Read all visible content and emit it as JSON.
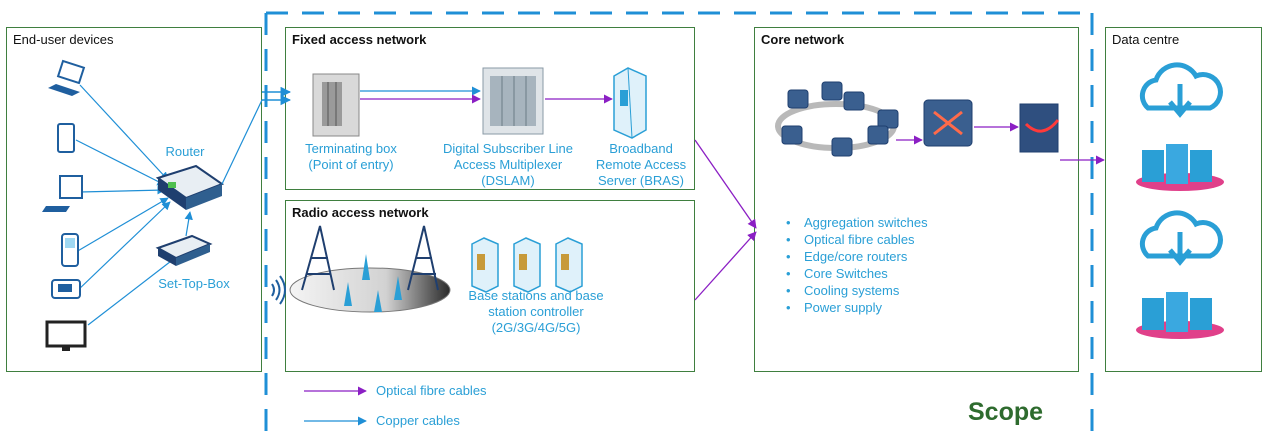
{
  "sections": {
    "end_user": {
      "title": "End-user devices"
    },
    "fixed_access": {
      "title": "Fixed access network"
    },
    "radio_access": {
      "title": "Radio access network"
    },
    "core": {
      "title": "Core network"
    },
    "data_centre": {
      "title": "Data centre"
    }
  },
  "labels": {
    "router": "Router",
    "set_top_box": "Set-Top-Box",
    "terminating_box": [
      "Terminating box",
      "(Point of entry)"
    ],
    "dslam": [
      "Digital Subscriber Line",
      "Access Multiplexer",
      "(DSLAM)"
    ],
    "bras": [
      "Broadband",
      "Remote Access",
      "Server (BRAS)"
    ],
    "base_stations": [
      "Base stations and base",
      "station controller",
      "(2G/3G/4G/5G)"
    ]
  },
  "core_components": [
    "Aggregation switches",
    "Optical fibre cables",
    "Edge/core routers",
    "Core Switches",
    "Cooling systems",
    "Power  supply"
  ],
  "legend": {
    "optical": "Optical fibre  cables",
    "copper": "Copper cables"
  },
  "scope_label": "Scope",
  "colors": {
    "optical": "#8b1fc4",
    "copper": "#1f8fd6",
    "box_border": "#3f7f3f",
    "scope_dash": "#1f8fd6",
    "label_text": "#2a9fd6",
    "scope_text": "#2e6b2e"
  }
}
